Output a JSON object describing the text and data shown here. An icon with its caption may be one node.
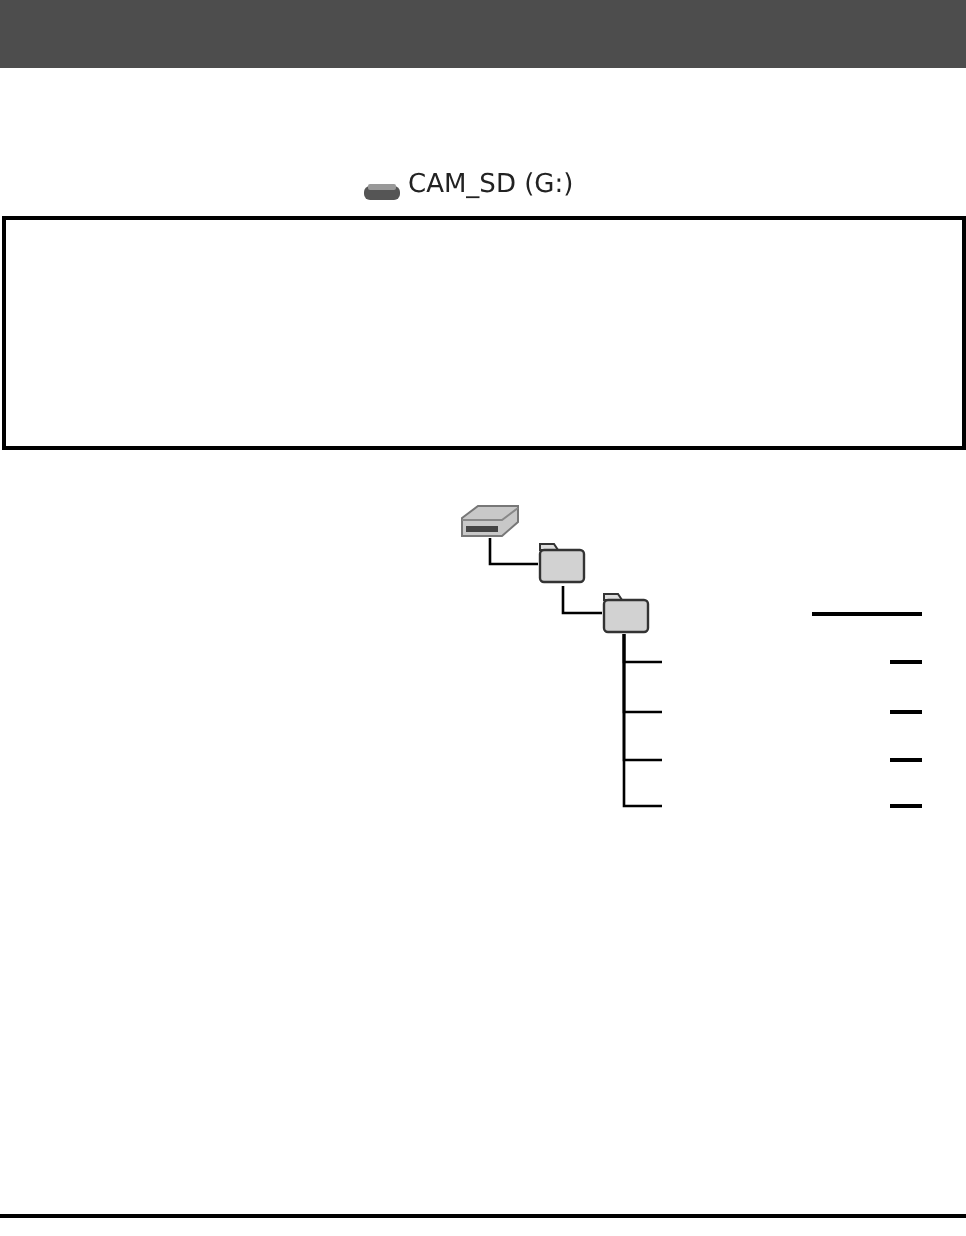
{
  "diagram": {
    "nodes": [
      {
        "text": [],
        "shape": "drive"
      },
      {
        "text": [],
        "shape": "folder"
      },
      {
        "text": [],
        "shape": "folder"
      }
    ],
    "edges": [
      {
        "from": 0,
        "to": 1,
        "arrow": "none"
      },
      {
        "from": 1,
        "to": 2,
        "arrow": "none"
      },
      {
        "from": 2,
        "to": null,
        "arrow": "none"
      },
      {
        "from": 2,
        "to": null,
        "arrow": "none"
      },
      {
        "from": 2,
        "to": null,
        "arrow": "none"
      },
      {
        "from": 2,
        "to": null,
        "arrow": "none"
      }
    ],
    "labels": [
      "CAM_SD (G:)"
    ]
  }
}
